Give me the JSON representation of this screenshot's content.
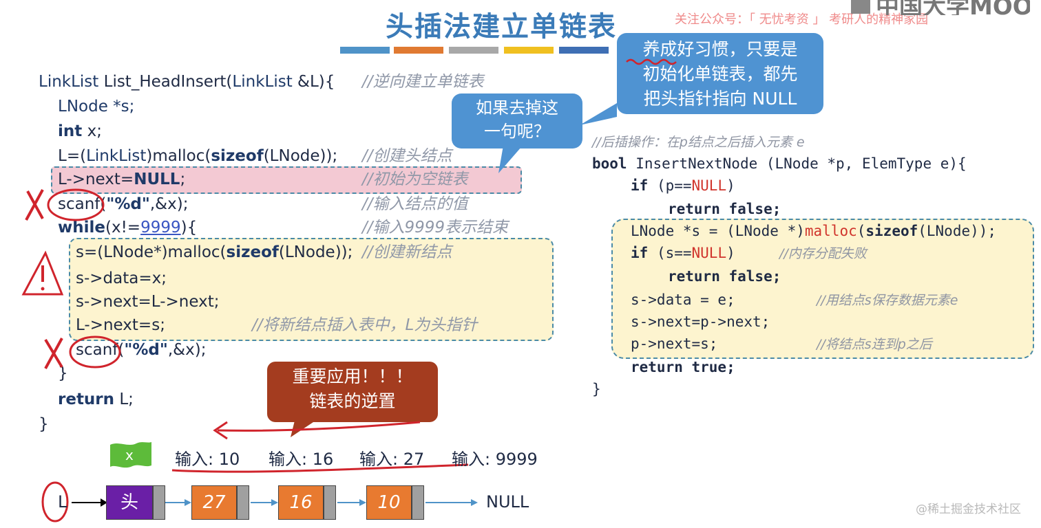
{
  "header": {
    "title": "头插法建立单链表",
    "watermark": "关注公众号：「 无忧考资 」 考研人的精神家园",
    "logo_text": "中国大学MOOC"
  },
  "left_code": {
    "l1_type": "LinkList",
    "l1_name": " List_HeadInsert(",
    "l1_type2": "LinkList",
    "l1_rest": " &L){",
    "l1_comment": "//逆向建立单链表",
    "l2": "LNode *s;",
    "l3_kw": "int",
    "l3_rest": " x;",
    "l4_a": "L=(",
    "l4_type": "LinkList",
    "l4_b": ")malloc(",
    "l4_kw": "sizeof",
    "l4_c": "(LNode));",
    "l4_comment": "//创建头结点",
    "l5_a": "L->next=",
    "l5_kw": "NULL",
    "l5_b": ";",
    "l5_comment": "//初始为空链表",
    "l6_a": "scanf(",
    "l6_str": "\"%d\"",
    "l6_b": ",&x);",
    "l6_comment": "//输入结点的值",
    "l7_kw": "while",
    "l7_a": "(x!=",
    "l7_num": "9999",
    "l7_b": "){",
    "l7_comment": "//输入9999表示结束",
    "l8_a": "s=(LNode*)malloc(",
    "l8_kw": "sizeof",
    "l8_b": "(LNode));",
    "l8_comment": "//创建新结点",
    "l9": "s->data=x;",
    "l10": "s->next=L->next;",
    "l11": "L->next=s;",
    "l11_comment": "//将新结点插入表中，L为头指针",
    "l12_a": "scanf(",
    "l12_str": "\"%d\"",
    "l12_b": ",&x);",
    "l13": "}",
    "l14_kw": "return",
    "l14_rest": " L;",
    "l15": "}"
  },
  "right_code": {
    "comment_top": "//后插操作：在p结点之后插入元素 e",
    "r1_kw": "bool",
    "r1_rest": " InsertNextNode (LNode *p, ElemType e){",
    "r2_kw": "if",
    "r2_a": " (p==",
    "r2_red": "NULL",
    "r2_b": ")",
    "r3": "return false;",
    "r4_a": "LNode *s = (LNode *)",
    "r4_red": "malloc",
    "r4_b": "(",
    "r4_kw": "sizeof",
    "r4_c": "(LNode));",
    "r5_kw": "if",
    "r5_a": " (s==",
    "r5_red": "NULL",
    "r5_b": ")",
    "r5_comment": "//内存分配失败",
    "r6": "return false;",
    "r7": "s->data = e;",
    "r7_comment": "//用结点s保存数据元素e",
    "r8": "s->next=p->next;",
    "r9": "p->next=s;",
    "r9_comment": "//将结点s连到p之后",
    "r10": "return true;",
    "r11": "}"
  },
  "callouts": {
    "habit_l1": "养成好习惯，只要是",
    "habit_l2": "初始化单链表，都先",
    "habit_l3": "把头指针指向 NULL",
    "question_l1": "如果去掉这",
    "question_l2": "一句呢？",
    "app_l1": "重要应用！！！",
    "app_l2": "链表的逆置"
  },
  "inputs": {
    "flag_label": "x",
    "in1": "输入: 10",
    "in2": "输入: 16",
    "in3": "输入: 27",
    "in4": "输入: 9999"
  },
  "list": {
    "head_ptr": "L",
    "head_label": "头",
    "n1": "27",
    "n2": "16",
    "n3": "10",
    "null_label": "NULL",
    "head_color": "#6a1fa6",
    "node_color": "#e87a30"
  },
  "footer": {
    "watermark": "@稀土掘金技术社区"
  },
  "colors": {
    "accent_bars": [
      "#4f93c8",
      "#e07a32",
      "#a8a8a8",
      "#f0c020",
      "#3f6fb4",
      "#6aa84f"
    ]
  }
}
